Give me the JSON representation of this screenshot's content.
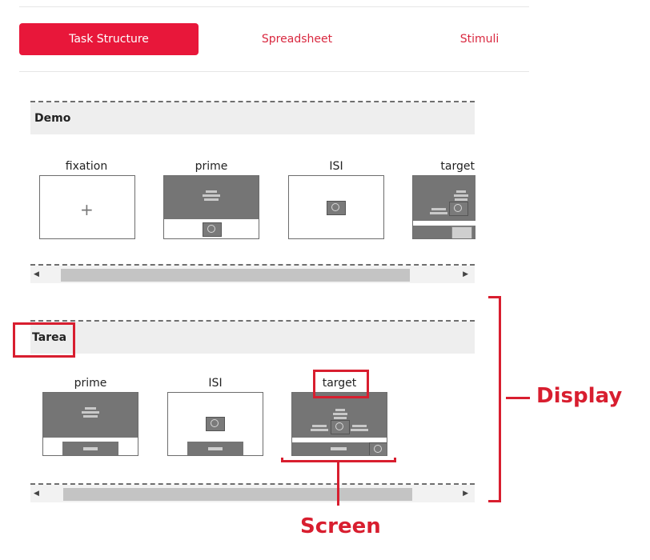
{
  "tabs": [
    {
      "label": "Task Structure",
      "active": true
    },
    {
      "label": "Spreadsheet",
      "active": false
    },
    {
      "label": "Stimuli",
      "active": false
    }
  ],
  "displays": [
    {
      "name": "Demo",
      "screens": [
        "fixation",
        "prime",
        "ISI",
        "target"
      ]
    },
    {
      "name": "Tarea",
      "screens": [
        "prime",
        "ISI",
        "target"
      ]
    }
  ],
  "annotations": {
    "display_label": "Display",
    "screen_label": "Screen"
  },
  "colors": {
    "accent": "#e8173a",
    "annotation": "#d81e2f"
  }
}
